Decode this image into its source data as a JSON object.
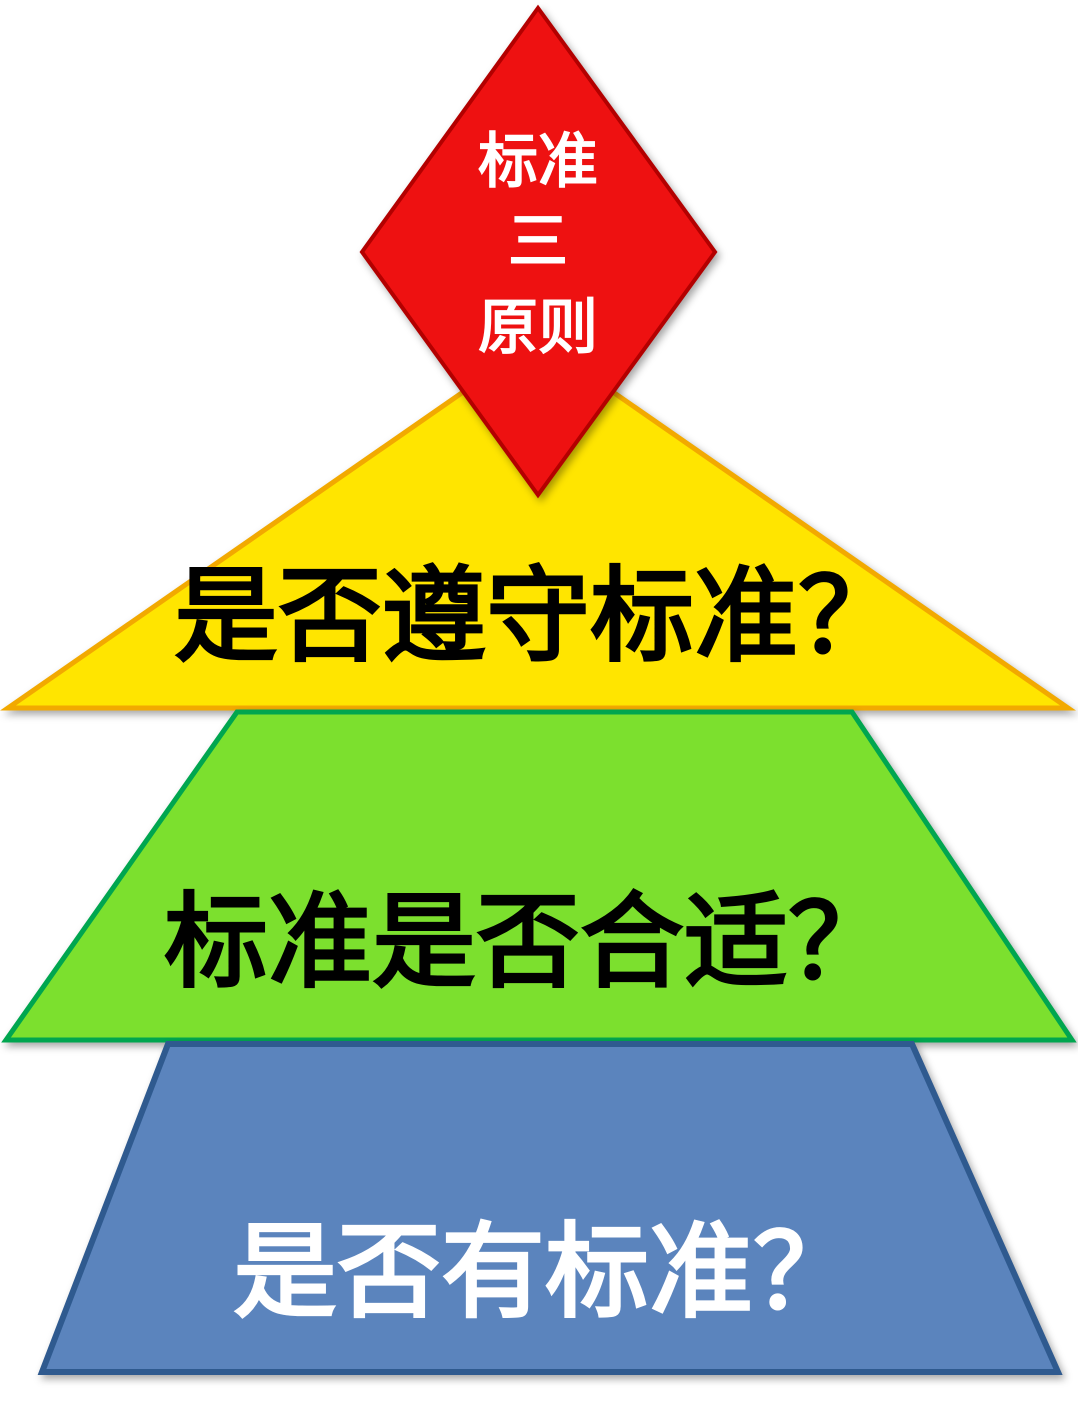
{
  "diagram": {
    "name": "standard-three-principles-pyramid",
    "diamond": {
      "lines": [
        "标准",
        "三",
        "原则"
      ],
      "fill": "#ee1111",
      "border": "#b30000",
      "text_color": "#ffffff"
    },
    "layers": [
      {
        "label": "是否遵守标准？",
        "fill": "#ffe500",
        "border": "#f2a900",
        "text_color": "#000000"
      },
      {
        "label": "标准是否合适？",
        "fill": "#7ce02e",
        "border": "#00a64f",
        "text_color": "#000000"
      },
      {
        "label": "是否有标准？",
        "fill": "#5b84bd",
        "border": "#2f5a8f",
        "text_color": "#ffffff"
      }
    ]
  }
}
